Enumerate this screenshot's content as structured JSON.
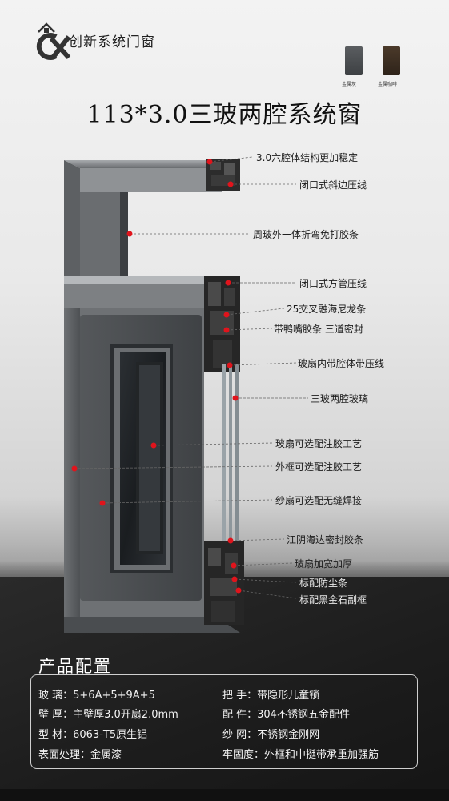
{
  "brand": {
    "name": "创新系统门窗"
  },
  "swatches": [
    {
      "label": "金属灰",
      "color": "#4a4d50"
    },
    {
      "label": "金属咖啡",
      "color": "#3b2d21"
    }
  ],
  "title": "113*3.0三玻两腔系统窗",
  "annotations": [
    "3.0六腔体结构更加稳定",
    "闭口式斜边压线",
    "周玻外一体折弯免打胶条",
    "闭口式方管压线",
    "25交叉融海尼龙条",
    "带鸭嘴胶条 三道密封",
    "玻扇内带腔体带压线",
    "三玻两腔玻璃",
    "玻扇可选配注胶工艺",
    "外框可选配注胶工艺",
    "纱扇可选配无缝焊接",
    "江阴海达密封胶条",
    "玻扇加宽加厚",
    "标配防尘条",
    "标配黑金石副框"
  ],
  "config": {
    "heading": "产品配置",
    "rows": [
      {
        "left": "玻    璃：5+6A+5+9A+5",
        "right": "把    手：带隐形儿童锁"
      },
      {
        "left": "壁    厚：主壁厚3.0开扇2.0mm",
        "right": "配    件：304不锈钢五金配件"
      },
      {
        "left": "型    材：6063-T5原生铝",
        "right": "纱    网：不锈钢金刚网"
      },
      {
        "left": "表面处理：金属漆",
        "right": "牢固度：外框和中挺带承重加强筋"
      }
    ]
  },
  "colors": {
    "marker": "#e0141c",
    "frame": "#5c5f62",
    "text_dark": "#1c1c1c",
    "text_light": "#f2f2f2"
  }
}
